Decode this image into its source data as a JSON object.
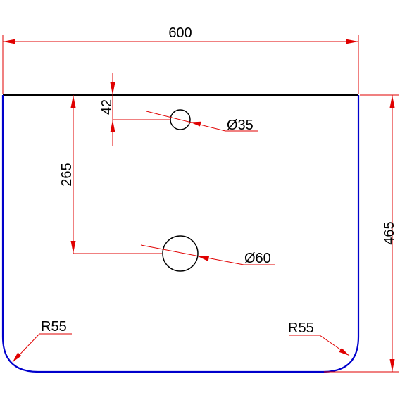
{
  "colors": {
    "outline": "#0000cc",
    "top_edge": "#000000",
    "dimension": "#e00000",
    "holes": "#000000",
    "text": "#000000"
  },
  "dimensions": {
    "width": "600",
    "height": "465",
    "small_hole_offset": "42",
    "large_hole_offset": "265",
    "small_hole_diameter": "Ø35",
    "large_hole_diameter": "Ø60",
    "radius_left": "R55",
    "radius_right": "R55"
  }
}
